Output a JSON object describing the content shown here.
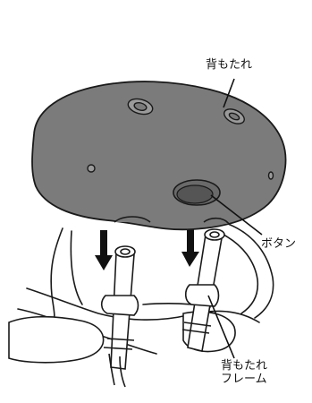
{
  "labels": {
    "backrest": "背もたれ",
    "button": "ボタン",
    "frame_line1": "背もたれ",
    "frame_line2": "フレーム"
  },
  "colors": {
    "backrest_fill": "#7b7b7b",
    "button_fill": "#5e5e5e",
    "line": "#1a1a1a",
    "frame_fill": "#ffffff"
  }
}
